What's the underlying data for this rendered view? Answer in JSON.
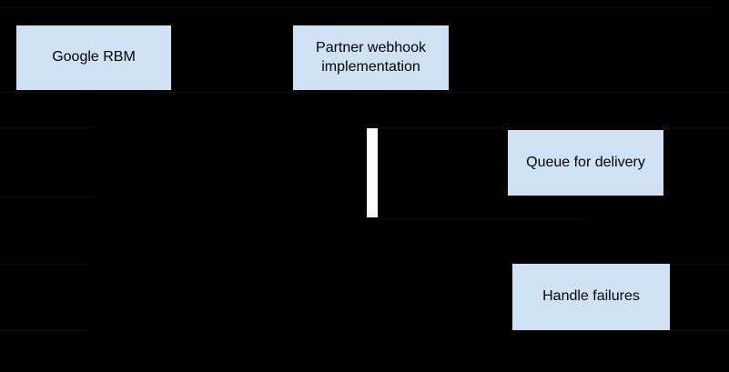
{
  "diagram": {
    "type": "sequence-diagram",
    "colors": {
      "background": "#000000",
      "node_fill": "#cfe2f3",
      "node_text": "#000000",
      "activation_bar": "#ffffff",
      "faint_rule": "#0e0e0e"
    },
    "nodes": {
      "google_rbm": {
        "label": "Google RBM"
      },
      "partner_webhook": {
        "label": "Partner webhook implementation"
      },
      "queue_for_delivery": {
        "label": "Queue for delivery"
      },
      "handle_failures": {
        "label": "Handle failures"
      }
    }
  }
}
